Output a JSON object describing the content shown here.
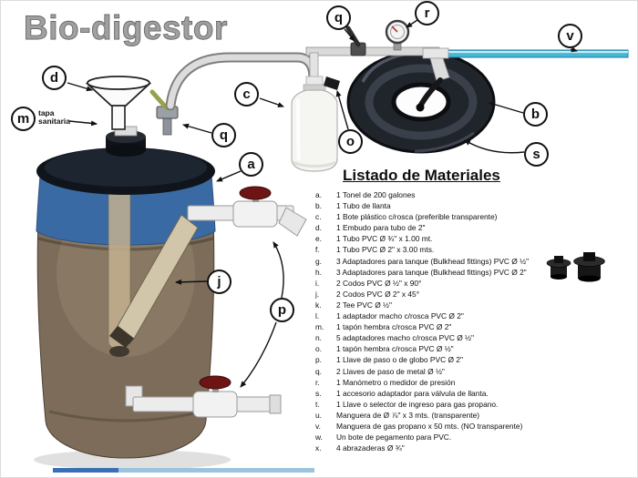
{
  "title": "Bio-digestor",
  "annotations": {
    "tapa_sanitaria": "tapa\nsanitaria"
  },
  "callouts": [
    {
      "letter": "d"
    },
    {
      "letter": "m"
    },
    {
      "letter": "q"
    },
    {
      "letter": "c"
    },
    {
      "letter": "q"
    },
    {
      "letter": "r"
    },
    {
      "letter": "v"
    },
    {
      "letter": "b"
    },
    {
      "letter": "s"
    },
    {
      "letter": "o"
    },
    {
      "letter": "a"
    },
    {
      "letter": "j"
    },
    {
      "letter": "p"
    }
  ],
  "materials": {
    "heading": "Listado de Materiales",
    "items": [
      {
        "key": "a.",
        "desc": "1 Tonel de 200 galones"
      },
      {
        "key": "b.",
        "desc": "1 Tubo de llanta"
      },
      {
        "key": "c.",
        "desc": "1 Bote plástico c/rosca (preferible transparente)"
      },
      {
        "key": "d.",
        "desc": "1 Embudo para tubo de 2\""
      },
      {
        "key": "e.",
        "desc": "1 Tubo PVC Ø ¾\" x 1.00 mt."
      },
      {
        "key": "f.",
        "desc": "1 Tubo PVC Ø 2\" x 3.00 mts."
      },
      {
        "key": "g.",
        "desc": "3 Adaptadores para tanque (Bulkhead fittings) PVC Ø ½\""
      },
      {
        "key": "h.",
        "desc": "3 Adaptadores para tanque (Bulkhead fittings) PVC Ø 2\""
      },
      {
        "key": "i.",
        "desc": "2 Codos PVC Ø ½\" x 90°"
      },
      {
        "key": "j.",
        "desc": "2 Codos PVC Ø 2\" x 45°"
      },
      {
        "key": "k.",
        "desc": "2 Tee  PVC Ø ½\""
      },
      {
        "key": "l.",
        "desc": "1 adaptador macho c/rosca PVC Ø 2\""
      },
      {
        "key": "m.",
        "desc": "1 tapón hembra c/rosca PVC Ø 2\""
      },
      {
        "key": "n.",
        "desc": "5 adaptadores macho c/rosca PVC Ø ½\""
      },
      {
        "key": "o.",
        "desc": "1 tapón hembra c/rosca PVC Ø ½\""
      },
      {
        "key": "p.",
        "desc": "1 Llave de paso o de globo PVC Ø 2\""
      },
      {
        "key": "q.",
        "desc": "2 Llaves de paso de metal Ø ½\""
      },
      {
        "key": "r.",
        "desc": "1 Manómetro o medidor de presión"
      },
      {
        "key": "s.",
        "desc": "1 accesorio adaptador para válvula de llanta."
      },
      {
        "key": "t.",
        "desc": "1 Llave o selector de ingreso para gas propano."
      },
      {
        "key": "u.",
        "desc": "Manguera de Ø ⅞\" x 3 mts. (transparente)"
      },
      {
        "key": "v.",
        "desc": "Manguera de gas propano x 50 mts. (NO transparente)"
      },
      {
        "key": "w.",
        "desc": "Un bote de pegamento  para PVC."
      },
      {
        "key": "x.",
        "desc": "4 abrazaderas Ø ¾\""
      }
    ]
  }
}
